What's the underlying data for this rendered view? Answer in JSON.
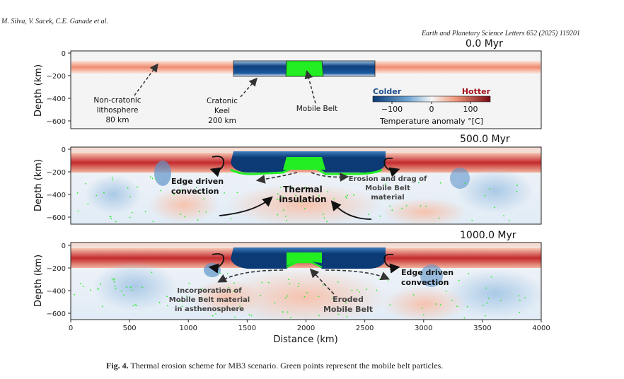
{
  "header": {
    "authors": "M. Silva, V. Sacek, C.E. Ganade et al.",
    "journal": "Earth and Planetary Science Letters 652 (2025) 119201"
  },
  "caption": {
    "label": "Fig. 4.",
    "text": "Thermal erosion scheme for MB3 scenario. Green points represent the mobile belt particles."
  },
  "figure": {
    "ylabel": "Depth (km)",
    "xlabel": "Distance (km)",
    "xticks": [
      "0",
      "500",
      "1000",
      "1500",
      "2000",
      "2500",
      "3000",
      "3500",
      "4000"
    ],
    "yticks": [
      "0",
      "−200",
      "−400",
      "−600"
    ],
    "panels": [
      {
        "time": "0.0 Myr"
      },
      {
        "time": "500.0 Myr"
      },
      {
        "time": "1000.0 Myr"
      }
    ],
    "colorbar": {
      "left_label": "Colder",
      "right_label": "Hotter",
      "ticks": [
        "−100",
        "0",
        "100"
      ],
      "title": "Temperature anomaly °[C]",
      "cold_color": "#0b3a75",
      "hot_color": "#7a0a14"
    },
    "annotations_p1": {
      "noncratonic": [
        "Non-cratonic",
        "lithosphere",
        "80 km"
      ],
      "keel": [
        "Cratonic",
        "Keel",
        "200 km"
      ],
      "mobile_belt": "Mobile Belt"
    },
    "annotations_p2": {
      "edge": [
        "Edge driven",
        "convection"
      ],
      "thermal": [
        "Thermal",
        "insulation"
      ],
      "erosion": [
        "Erosion and drag of",
        "Mobile Belt",
        "material"
      ]
    },
    "annotations_p3": {
      "incorporation": [
        "Incorporation of",
        "Mobile Belt material",
        "in asthenosphere"
      ],
      "eroded": [
        "Eroded",
        "Mobile Belt"
      ],
      "edge": [
        "Edge driven",
        "convection"
      ]
    },
    "mobile_belt_color": "#22ee22"
  }
}
